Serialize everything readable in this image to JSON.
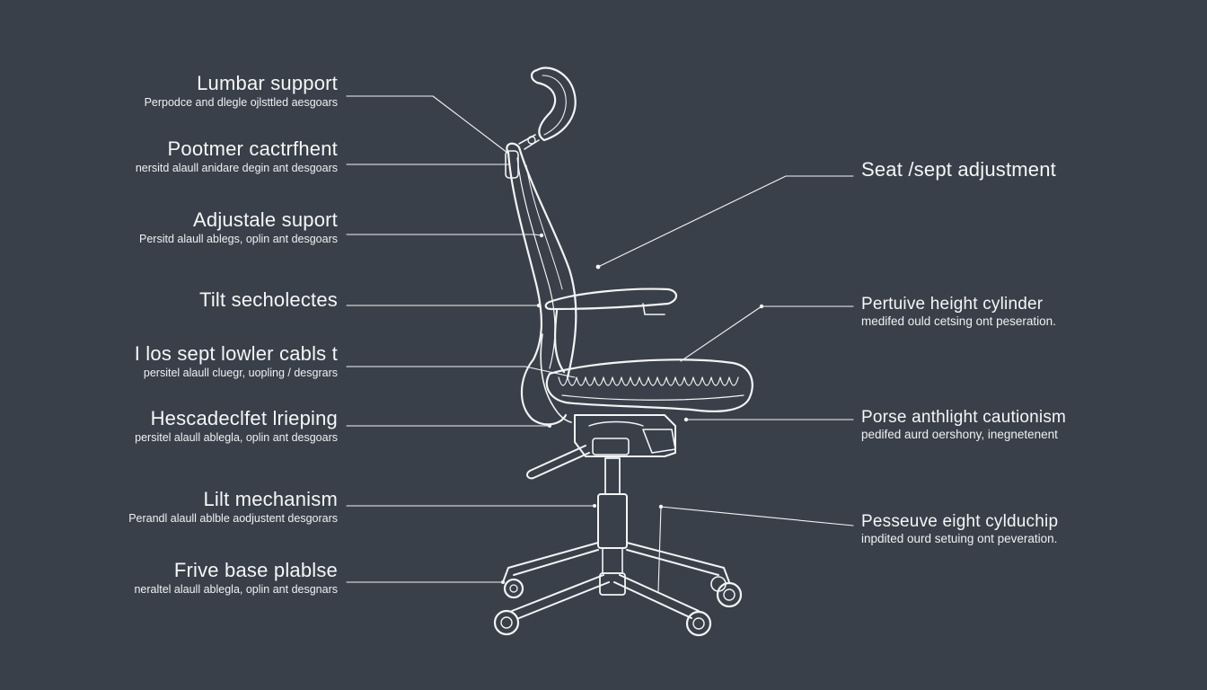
{
  "colors": {
    "background": "#3a4049",
    "line": "#f2f4f6"
  },
  "left_labels": [
    {
      "title": "Lumbar support",
      "sub": "Perpodce and dlegle ojlsttled aesgoars"
    },
    {
      "title": "Pootmer cactrfhent",
      "sub": "nersitd alaull anidare degin ant desgoars"
    },
    {
      "title": "Adjustale suport",
      "sub": "Persitd alaull ablegs, oplin ant desgoars"
    },
    {
      "title": "Tilt secholectes",
      "sub": ""
    },
    {
      "title": "I los sept lowler cabls t",
      "sub": "persitel alaull cluegr, uopling / desgrars"
    },
    {
      "title": "Hescadeclfet lrieping",
      "sub": "persitel alaull ablegla, oplin ant desgoars"
    },
    {
      "title": "Lilt mechanism",
      "sub": "Perandl alaull ablble aodjustent desgorars"
    },
    {
      "title": "Frive base plablse",
      "sub": "neraltel alaull ablegla, oplin ant desgnars"
    }
  ],
  "right_labels": [
    {
      "title": "Seat /sept adjustment",
      "sub": ""
    },
    {
      "title": "Pertuive height cylinder",
      "sub": "medifed ould cetsing ont peseration."
    },
    {
      "title": "Porse anthlight cautionism",
      "sub": "pedifed aurd oershony, inegnetenent"
    },
    {
      "title": "Pesseuve eight cylduchip",
      "sub": "inpdited ourd setuing ont peveration."
    }
  ]
}
